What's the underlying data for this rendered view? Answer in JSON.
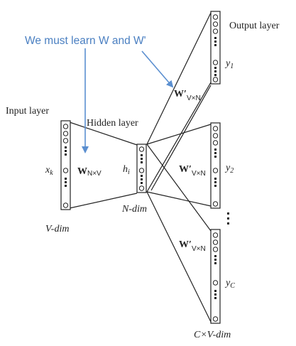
{
  "annotation": {
    "text": "We must learn W and W'",
    "color": "#4a7fc1"
  },
  "layers": {
    "input": {
      "label": "Input layer",
      "dim_label": "V-dim",
      "node_label": "x",
      "node_sub": "k"
    },
    "hidden": {
      "label": "Hidden layer",
      "dim_label": "N-dim",
      "node_label": "h",
      "node_sub": "i"
    },
    "output": {
      "label": "Output layer",
      "dim_label": "C×V-dim"
    }
  },
  "weights": {
    "input": {
      "symbol": "W",
      "sub": "N×V"
    },
    "output": {
      "symbol": "W′",
      "sub": "V×N"
    }
  },
  "outputs": [
    {
      "label": "y",
      "sub": "1"
    },
    {
      "label": "y",
      "sub": "2"
    },
    {
      "label": "y",
      "sub": "C"
    }
  ],
  "colors": {
    "line": "#222222",
    "arrow": "#5b8fd0"
  }
}
